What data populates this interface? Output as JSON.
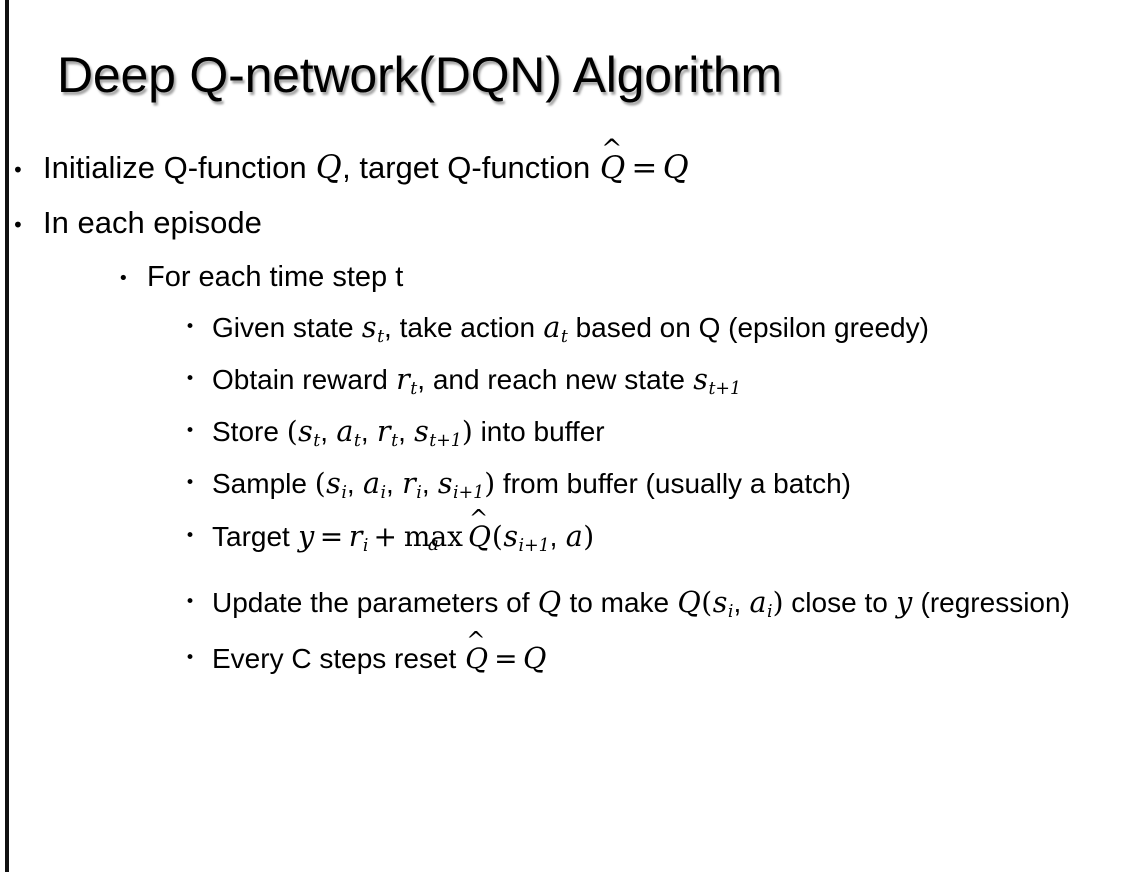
{
  "slide": {
    "title": "Deep Q-network(DQN) Algorithm",
    "bullet_glyph": "•",
    "background_color": "#ffffff",
    "text_color": "#000000",
    "accent_rule_color": "#111111"
  },
  "content": {
    "level1": [
      {
        "id": "initialize",
        "parts": {
          "t1": "Initialize Q-function ",
          "q1": "Q",
          "t2": ", target Q-function ",
          "qhat": "Q",
          "hat": "̂",
          "eq": "=",
          "q2": "Q"
        },
        "plain": "Initialize Q-function Q, target Q-function Q̂ = Q"
      },
      {
        "id": "in-each-episode",
        "plain": "In each episode"
      }
    ],
    "level2": [
      {
        "id": "for-each-time-step",
        "plain": "For each time step t"
      }
    ],
    "level3": [
      {
        "id": "given-state",
        "parts": {
          "t1": "Given state ",
          "s": "s",
          "s_sub": "t",
          "t2": ", take action ",
          "a": "a",
          "a_sub": "t",
          "t3": " based on Q (epsilon greedy)"
        },
        "plain": "Given state s_t, take action a_t based on Q (epsilon greedy)"
      },
      {
        "id": "obtain-reward",
        "parts": {
          "t1": "Obtain reward ",
          "r": "r",
          "r_sub": "t",
          "t2": ", and reach new state ",
          "s": "s",
          "s_sub": "t+1"
        },
        "plain": "Obtain reward r_t, and reach new state s_{t+1}"
      },
      {
        "id": "store-into-buffer",
        "parts": {
          "t1": "Store ",
          "open": "(",
          "s": "s",
          "s_sub": "t",
          "c1": ", ",
          "a": "a",
          "a_sub": "t",
          "c2": ", ",
          "r": "r",
          "r_sub": "t",
          "c3": ", ",
          "s2": "s",
          "s2_sub": "t+1",
          "close": ")",
          "t2": " into buffer"
        },
        "plain": "Store (s_t, a_t, r_t, s_{t+1}) into buffer"
      },
      {
        "id": "sample-from-buffer",
        "parts": {
          "t1": "Sample ",
          "open": "(",
          "s": "s",
          "s_sub": "i",
          "c1": ", ",
          "a": "a",
          "a_sub": "i",
          "c2": ", ",
          "r": "r",
          "r_sub": "i",
          "c3": ", ",
          "s2": "s",
          "s2_sub": "i+1",
          "close": ")",
          "t2": " from buffer (usually a batch)"
        },
        "plain": "Sample (s_i, a_i, r_i, s_{i+1}) from buffer (usually a batch)"
      },
      {
        "id": "target",
        "parts": {
          "t1": "Target ",
          "y": "y",
          "eq": "=",
          "r": "r",
          "r_sub": "i",
          "plus": "+",
          "max": "max",
          "max_lim": "a",
          "qhat": "Q",
          "hat": "̂",
          "open": "(",
          "s": "s",
          "s_sub": "i+1",
          "comma": ", ",
          "a": "a",
          "close": ")"
        },
        "plain": "Target y = r_i + max_a Q̂(s_{i+1}, a)"
      },
      {
        "id": "update-parameters",
        "parts": {
          "t1": "Update the parameters of ",
          "q1": "Q",
          "t2": " to make ",
          "q2": "Q",
          "open": "(",
          "s": "s",
          "s_sub": "i",
          "comma": ", ",
          "a": "a",
          "a_sub": "i",
          "close": ")",
          "t3": " close to ",
          "y": "y",
          "t4": " (regression)"
        },
        "plain": "Update the parameters of Q to make Q(s_i, a_i) close to y (regression)"
      },
      {
        "id": "every-c-steps",
        "parts": {
          "t1": "Every C steps reset ",
          "qhat": "Q",
          "hat": "̂",
          "eq": "=",
          "q": "Q"
        },
        "plain": "Every C steps reset Q̂ = Q"
      }
    ]
  }
}
